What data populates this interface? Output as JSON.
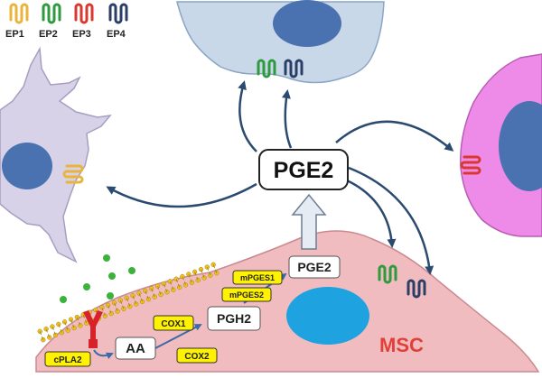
{
  "legend": [
    {
      "label": "EP1",
      "color": "#e8b43a"
    },
    {
      "label": "EP2",
      "color": "#2e9a3e"
    },
    {
      "label": "EP3",
      "color": "#d9382f"
    },
    {
      "label": "EP4",
      "color": "#2b3f66"
    }
  ],
  "center_label": "PGE2",
  "pathway": {
    "membrane_enzyme": "cPLA2",
    "substrate": "AA",
    "cox1": "COX1",
    "cox2": "COX2",
    "intermediate": "PGH2",
    "synthase1": "mPGES1",
    "synthase2": "mPGES2",
    "product": "PGE2"
  },
  "cell_label": "MSC",
  "colors": {
    "arrow": "#2b4a70",
    "msc_cell": "#f1bcbf",
    "msc_edge": "#c98a90",
    "nucleus_blue": "#4a72b0",
    "top_cell": "#c9d8e8",
    "left_cell": "#d8d2e8",
    "right_cell": "#ee8be8",
    "enzyme_box": "#fff200",
    "msc_text": "#e0403a"
  }
}
